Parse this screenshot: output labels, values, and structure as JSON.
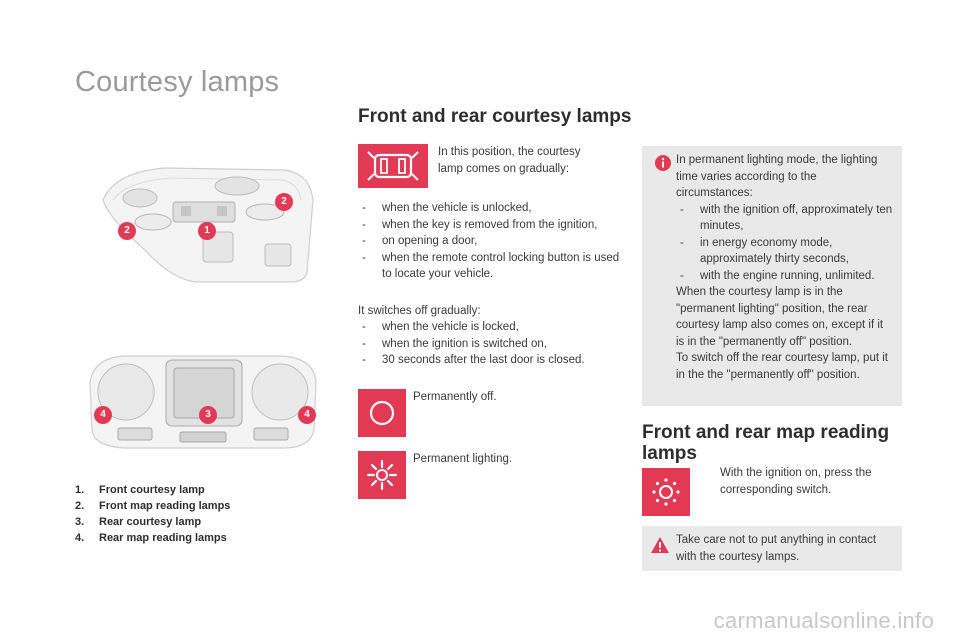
{
  "page_title": "Courtesy lamps",
  "section_front_rear": {
    "title": "Front and rear courtesy lamps",
    "icon_text": "In this position, the courtesy lamp comes on gradually:",
    "on_list": [
      "when the vehicle is unlocked,",
      "when the key is removed from the ignition,",
      "on opening a door,",
      "when the remote control locking button is used to locate your vehicle."
    ],
    "off_intro": "It switches off gradually:",
    "off_list": [
      "when the vehicle is locked,",
      "when the ignition is switched on,",
      "30 seconds after the last door is closed."
    ],
    "permanently_off": "Permanently off.",
    "permanent_lighting": "Permanent lighting."
  },
  "info_box": {
    "intro": "In permanent lighting mode, the lighting time varies according to the circumstances:",
    "items": [
      "with the ignition off, approximately ten minutes,",
      "in energy economy mode, approximately thirty seconds,",
      "with the engine running, unlimited."
    ],
    "para1": "When the courtesy lamp is in the \"permanent lighting\" position, the rear courtesy lamp also comes on, except if it is in the \"permanently off\" position.",
    "para2": "To switch off the rear courtesy lamp, put it in the the \"permanently off\" position."
  },
  "section_map": {
    "title": "Front and rear map reading lamps",
    "instruction_bullet": "",
    "instruction": "With the ignition on, press the corresponding switch."
  },
  "warning_box": {
    "text": "Take care not to put anything in contact with the courtesy lamps."
  },
  "captions": [
    {
      "num": "1.",
      "label": "Front courtesy lamp"
    },
    {
      "num": "2.",
      "label": "Front map reading lamps"
    },
    {
      "num": "3.",
      "label": "Rear courtesy lamp"
    },
    {
      "num": "4.",
      "label": "Rear map reading lamps"
    }
  ],
  "diagram_labels": {
    "front": [
      "1",
      "2",
      "2"
    ],
    "rear": [
      "3",
      "4",
      "4"
    ]
  },
  "watermark": "carmanualsonline.info",
  "colors": {
    "accent": "#e23a55",
    "box_bg": "#e9e9e9",
    "title_grey": "#9a9a9a"
  }
}
